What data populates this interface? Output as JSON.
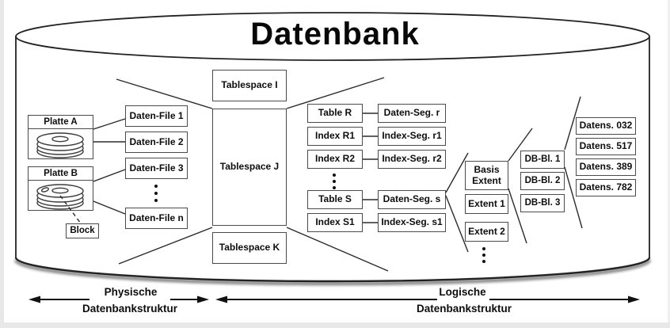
{
  "title": "Datenbank",
  "physical": {
    "disk_a": "Platte A",
    "disk_b": "Platte B",
    "block": "Block",
    "files": [
      "Daten-File 1",
      "Daten-File 2",
      "Daten-File 3",
      "Daten-File n"
    ]
  },
  "tablespaces": [
    "Tablespace I",
    "Tablespace J",
    "Tablespace K"
  ],
  "logical": {
    "objects": [
      "Table R",
      "Index R1",
      "Index R2",
      "Table S",
      "Index S1"
    ],
    "segments": [
      "Daten-Seg. r",
      "Index-Seg. r1",
      "Index-Seg. r2",
      "Daten-Seg. s",
      "Index-Seg. s1"
    ],
    "extents": [
      "Basis Extent",
      "Extent 1",
      "Extent 2"
    ],
    "db_blocks": [
      "DB-Bl. 1",
      "DB-Bl. 2",
      "DB-Bl. 3"
    ],
    "records": [
      "Datens. 032",
      "Datens. 517",
      "Datens. 389",
      "Datens. 782"
    ]
  },
  "legend": {
    "physical_line1": "Physische",
    "physical_line2": "Datenbankstruktur",
    "logical_line1": "Logische",
    "logical_line2": "Datenbankstruktur"
  },
  "colors": {
    "stroke": "#222222",
    "box_border": "#4b4b4b",
    "background": "#ffffff"
  }
}
